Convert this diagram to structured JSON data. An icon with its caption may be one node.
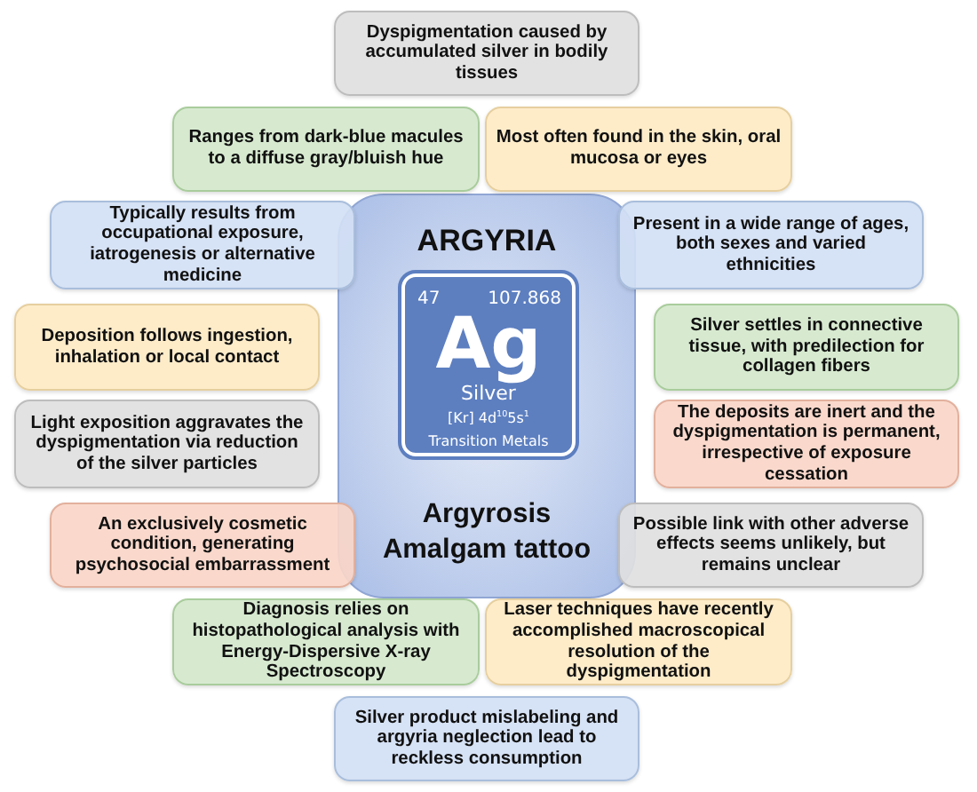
{
  "diagram": {
    "nodes": [
      {
        "text": [
          "Dyspigmentation caused by accumulated silver in bodily tissues"
        ]
      },
      {
        "text": [
          "Ranges from dark-blue macules to a diffuse gray/bluish hue"
        ]
      },
      {
        "text": [
          "Most often found in the skin, oral mucosa or eyes"
        ]
      },
      {
        "text": [
          "ARGYRIA",
          "Argyrosis",
          "Amalgam tattoo"
        ]
      },
      {
        "text": [
          "47",
          "107.868",
          "Ag",
          "Silver",
          "[Kr] 4d$^{10}$5s$^{1}$",
          "Transition Metals"
        ],
        "in": 3
      },
      {
        "text": [
          "Typically results from occupational exposure, iatrogenesis or alternative medicine"
        ]
      },
      {
        "text": [
          "Present in a wide range of ages, both sexes and varied ethnicities"
        ]
      },
      {
        "text": [
          "Deposition follows ingestion, inhalation or local contact"
        ]
      },
      {
        "text": [
          "Silver settles in connective tissue, with predilection for collagen fibers"
        ]
      },
      {
        "text": [
          "Light exposition aggravates the dyspigmentation via reduction of the silver particles"
        ]
      },
      {
        "text": [
          "The deposits are inert and the dyspigmentation is permanent, irrespective of exposure cessation"
        ]
      },
      {
        "text": [
          "An exclusively cosmetic condition, generating psychosocial embarrassment"
        ]
      },
      {
        "text": [
          "Possible link with other adverse effects seems unlikely, but remains unclear"
        ]
      },
      {
        "text": [
          "Diagnosis relies on histopathological analysis with Energy-Dispersive X-ray Spectroscopy"
        ]
      },
      {
        "text": [
          "Laser techniques have recently accomplished macroscopical resolution of the dyspigmentation"
        ]
      },
      {
        "text": [
          "Silver product mislabeling and argyria neglection lead to reckless consumption"
        ]
      }
    ]
  }
}
